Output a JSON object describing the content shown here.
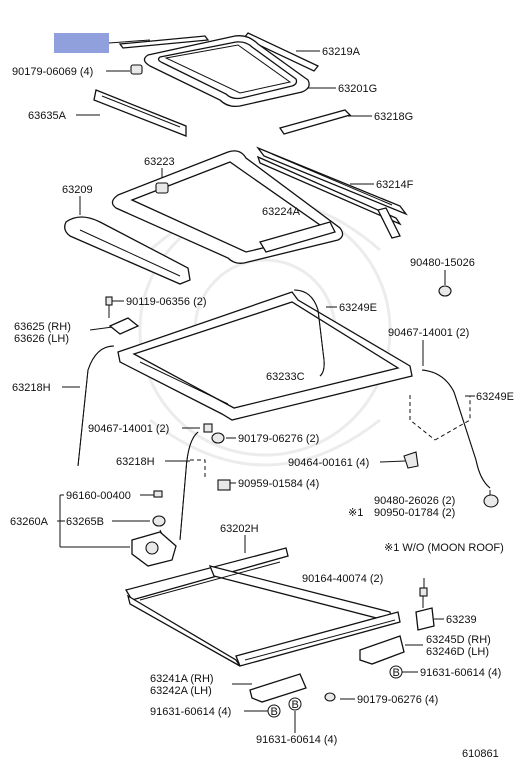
{
  "highlight_color": "#8fa0dc",
  "labels": {
    "p63219A": "63219A",
    "p90179_06069": "90179-06069 (4)",
    "p63201G": "63201G",
    "p63635A": "63635A",
    "p63218G": "63218G",
    "p63223": "63223",
    "p63214F": "63214F",
    "p63209": "63209",
    "p63224A": "63224A",
    "p90480_15026": "90480-15026",
    "p90119_06356": "90119-06356 (2)",
    "p63249E_top": "63249E",
    "p63625": "63625 (RH)",
    "p63626": "63626 (LH)",
    "p90467_14001_r": "90467-14001 (2)",
    "p63218H_l": "63218H",
    "p63233C": "63233C",
    "p63249E_r": "63249E",
    "p90467_14001_l": "90467-14001 (2)",
    "p90179_06276_a": "90179-06276 (2)",
    "p63218H_m": "63218H",
    "p90464_00161": "90464-00161 (4)",
    "p90959_01584": "90959-01584 (4)",
    "p96160_00400": "96160-00400",
    "p90480_26026": "90480-26026 (2)",
    "p63260A": "63260A",
    "p63265B": "63265B",
    "note_mark": "※1",
    "p90950_01784": "90950-01784 (2)",
    "p63202H": "63202H",
    "note_text": "※1 W/O (MOON ROOF)",
    "p90164_40074": "90164-40074 (2)",
    "p63239": "63239",
    "p63245D": "63245D (RH)",
    "p63246D": "63246D (LH)",
    "badge_b": "B",
    "p91631_60614_r": "91631-60614 (4)",
    "p63241A": "63241A (RH)",
    "p63242A": "63242A (LH)",
    "p90179_06276_b": "90179-06276 (4)",
    "p91631_60614_l": "91631-60614 (4)",
    "p91631_60614_b": "91631-60614 (4)",
    "diagram_no": "610861"
  }
}
